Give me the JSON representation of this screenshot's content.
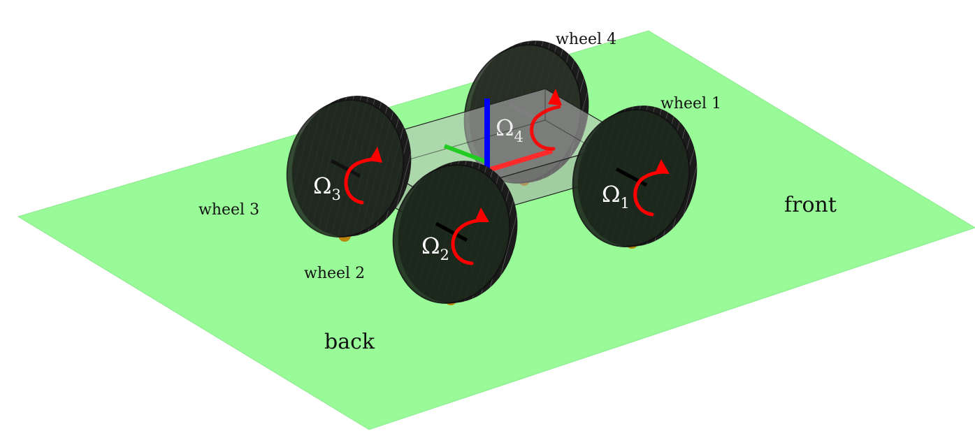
{
  "labels": {
    "wheel1": "wheel 1",
    "wheel2": "wheel 2",
    "wheel3": "wheel 3",
    "wheel4": "wheel 4",
    "front": "front",
    "back": "back"
  },
  "omegas": {
    "w1": {
      "sym": "Ω",
      "sub": "1"
    },
    "w2": {
      "sym": "Ω",
      "sub": "2"
    },
    "w3": {
      "sym": "Ω",
      "sub": "3"
    },
    "w4": {
      "sym": "Ω",
      "sub": "4"
    }
  },
  "colors": {
    "ground": "#98fb98",
    "body": "#b0b0b0",
    "wheel": "#1e2a1e",
    "tread": "#1a1a1a",
    "rotation_arrow": "#ff0000",
    "axis_x": "#ff2a2a",
    "axis_y": "#22cc22",
    "axis_z": "#0000ff",
    "contact_top": "#8b0000",
    "contact_bottom": "#b8860b"
  }
}
